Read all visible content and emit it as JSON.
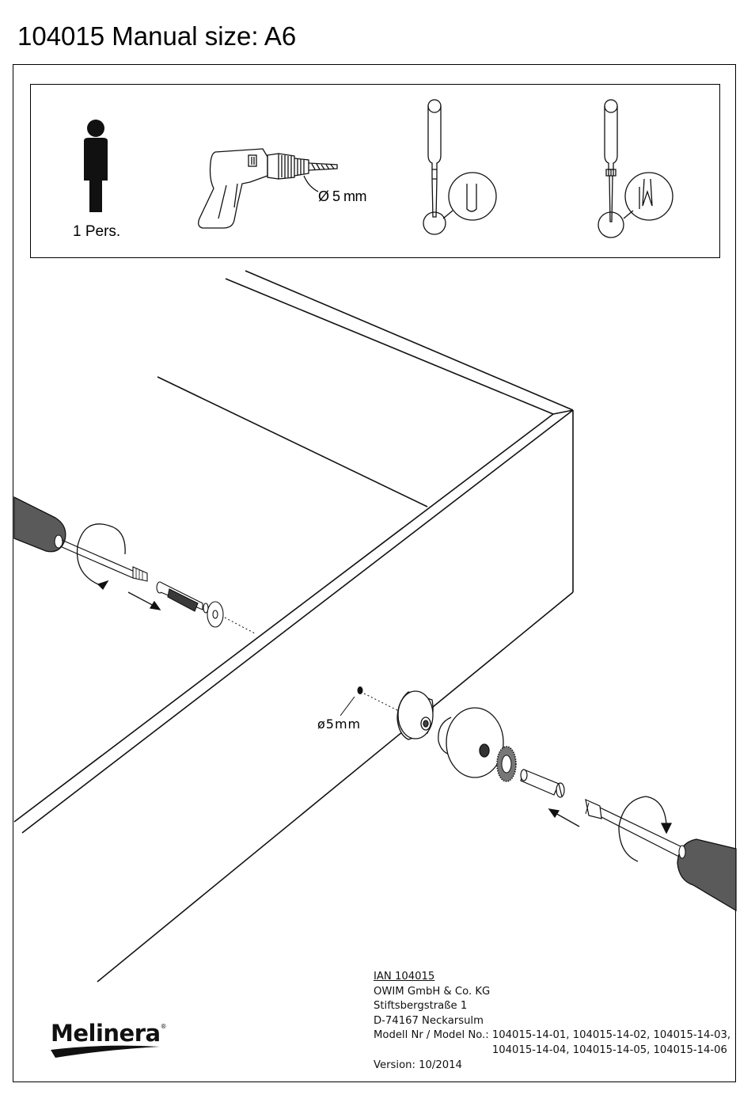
{
  "header": {
    "title": "104015 Manual size: A6"
  },
  "tools": {
    "persons_label": "1 Pers.",
    "drill_diameter": "Ø 5 mm"
  },
  "diagram": {
    "hole_diameter": "ø5mm"
  },
  "info": {
    "ian": "IAN 104015",
    "company": "OWIM GmbH & Co. KG",
    "street": "Stiftsbergstraße 1",
    "city": "D-74167 Neckarsulm",
    "model_label": "Modell Nr / Model No.: ",
    "model_line_1": "104015-14-01, 104015-14-02, 104015-14-03,",
    "model_line_2": "104015-14-04, 104015-14-05, 104015-14-06",
    "version": "Version: 10/2014"
  },
  "brand": {
    "name": "Melinera",
    "mark": "®"
  }
}
